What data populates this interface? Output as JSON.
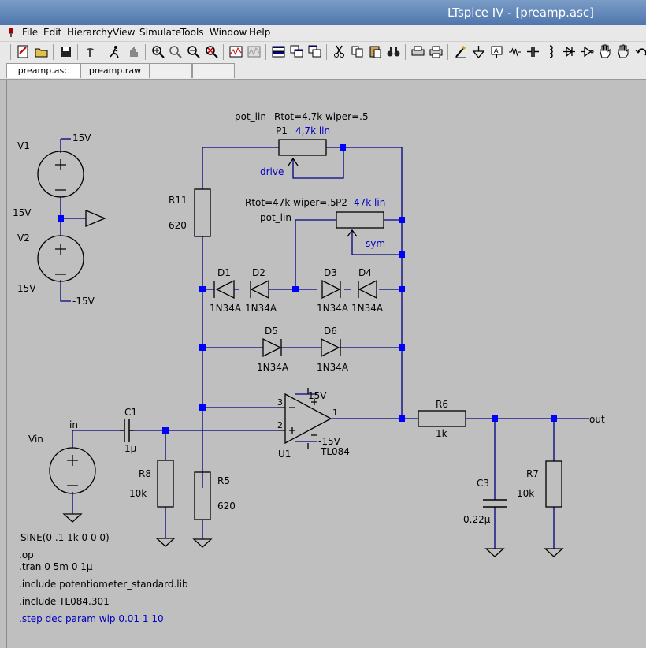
{
  "window": {
    "title": "LTspice IV - [preamp.asc]"
  },
  "menu": [
    "File",
    "Edit",
    "Hierarchy",
    "View",
    "Simulate",
    "Tools",
    "Window",
    "Help"
  ],
  "toolbar": {
    "icons": [
      "new-schematic-icon",
      "open-icon",
      "save-icon",
      "control-panel-icon",
      "run-icon",
      "halt-icon",
      "zoom-in-icon",
      "zoom-pan-icon",
      "zoom-out-icon",
      "zoom-cancel-icon",
      "autorange-icon",
      "plot-settings-icon",
      "tile-horizontal-icon",
      "cascade-icon",
      "tile-vertical-icon",
      "cut-icon",
      "copy-icon",
      "paste-icon",
      "find-icon",
      "print-setup-icon",
      "print-icon",
      "wire-icon",
      "ground-icon",
      "label-net-icon",
      "resistor-icon",
      "capacitor-icon",
      "inductor-icon",
      "diode-icon",
      "component-icon",
      "move-icon",
      "drag-icon",
      "undo-icon"
    ]
  },
  "tabs": [
    "preamp.asc",
    "preamp.raw",
    "",
    ""
  ],
  "schematic": {
    "V1": {
      "name": "V1",
      "value": "15V",
      "net": "15V"
    },
    "V2": {
      "name": "V2",
      "value": "15V",
      "net": "-15V"
    },
    "Vin": {
      "name": "Vin",
      "source": "SINE(0 .1 1k 0 0 0)",
      "net": "in"
    },
    "P1": {
      "name": "P1",
      "model": "pot_lin",
      "params": "Rtot=4.7k wiper=.5",
      "label": "4,7k lin",
      "net": "drive"
    },
    "P2": {
      "name": "P2",
      "model": "pot_lin",
      "params": "Rtot=47k wiper=.5",
      "label": "47k lin",
      "net": "sym"
    },
    "R11": {
      "name": "R11",
      "value": "620"
    },
    "R5": {
      "name": "R5",
      "value": "620"
    },
    "R8": {
      "name": "R8",
      "value": "10k"
    },
    "R6": {
      "name": "R6",
      "value": "1k"
    },
    "R7": {
      "name": "R7",
      "value": "10k"
    },
    "C1": {
      "name": "C1",
      "value": "1µ"
    },
    "C3": {
      "name": "C3",
      "value": "0.22µ"
    },
    "diodes": [
      {
        "name": "D1",
        "value": "1N34A"
      },
      {
        "name": "D2",
        "value": "1N34A"
      },
      {
        "name": "D3",
        "value": "1N34A"
      },
      {
        "name": "D4",
        "value": "1N34A"
      },
      {
        "name": "D5",
        "value": "1N34A"
      },
      {
        "name": "D6",
        "value": "1N34A"
      }
    ],
    "U1": {
      "name": "U1",
      "model": "TL084",
      "vpos": "15V",
      "vneg": "-15V",
      "pin_inv": "3",
      "pin_noninv": "2",
      "pin_out": "1"
    },
    "out_label": "out",
    "directives": [
      ".op",
      ".tran 0 5m 0 1µ",
      ".include potentiometer_standard.lib",
      ".include TL084.301"
    ],
    "step_directive": ".step dec param wip 0.01 1 10"
  },
  "colors": {
    "wire": "#000080",
    "component": "#000000",
    "junction": "#0000ff",
    "text": "#000000",
    "param_text": "#0000c0",
    "background": "#bfbfbf"
  }
}
